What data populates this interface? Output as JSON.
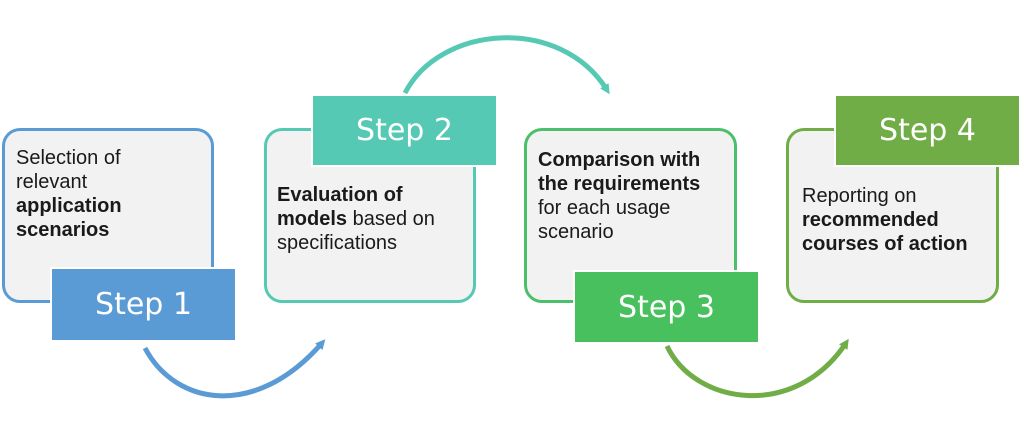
{
  "steps": [
    {
      "tag": "Step 1",
      "text_lines": [
        [
          {
            "t": "Selection of",
            "b": false
          }
        ],
        [
          {
            "t": "relevant",
            "b": false
          }
        ],
        [
          {
            "t": "application",
            "b": true
          }
        ],
        [
          {
            "t": "scenarios",
            "b": true
          }
        ]
      ],
      "color": "#5b9bd5"
    },
    {
      "tag": "Step 2",
      "text_lines": [
        [
          {
            "t": "Evaluation of",
            "b": true
          }
        ],
        [
          {
            "t": "models",
            "b": true
          },
          {
            "t": " based on",
            "b": false
          }
        ],
        [
          {
            "t": "specifications",
            "b": false
          }
        ]
      ],
      "color": "#56c9b4"
    },
    {
      "tag": "Step 3",
      "text_lines": [
        [
          {
            "t": "Comparison with",
            "b": true
          }
        ],
        [
          {
            "t": "the requirements",
            "b": true
          }
        ],
        [
          {
            "t": "for each usage",
            "b": false
          }
        ],
        [
          {
            "t": "scenario",
            "b": false
          }
        ]
      ],
      "color": "#49c05e"
    },
    {
      "tag": "Step 4",
      "text_lines": [
        [
          {
            "t": "Reporting on",
            "b": false
          }
        ],
        [
          {
            "t": "recommended",
            "b": true
          }
        ],
        [
          {
            "t": "courses of action",
            "b": true
          }
        ]
      ],
      "color": "#70ad47"
    }
  ],
  "connector_colors": [
    "#5b9bd5",
    "#56c9b4",
    "#70ad47"
  ]
}
